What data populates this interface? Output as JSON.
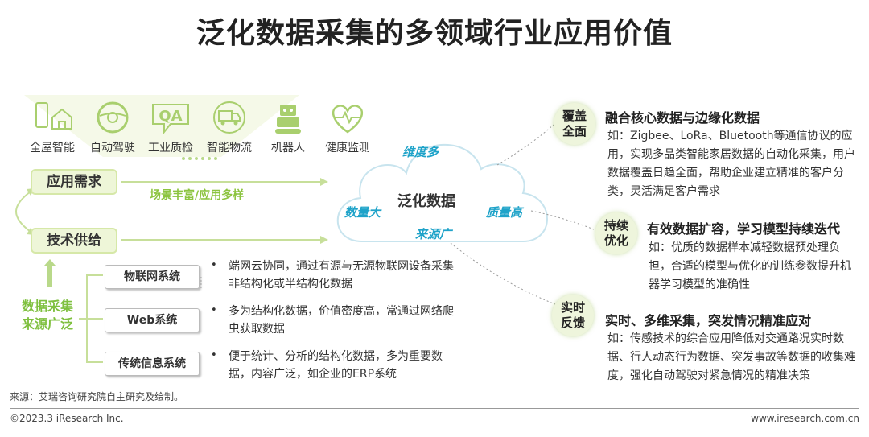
{
  "title": "泛化数据采集的多领域行业应用价值",
  "applications": [
    {
      "label": "全屋智能",
      "icon": "smart-home-icon"
    },
    {
      "label": "自动驾驶",
      "icon": "steering-wheel-icon"
    },
    {
      "label": "工业质检",
      "icon": "qa-icon"
    },
    {
      "label": "智能物流",
      "icon": "truck-icon"
    },
    {
      "label": "机器人",
      "icon": "robot-icon"
    },
    {
      "label": "健康监测",
      "icon": "heart-pulse-icon"
    }
  ],
  "demand": {
    "label": "应用需求",
    "arrow_label": "场景丰富/应用多样"
  },
  "supply": {
    "label": "技术供给"
  },
  "source": {
    "label": "数据采集\n来源广泛"
  },
  "systems": [
    {
      "name": "物联网系统",
      "desc": "端网云协同，通过有源与无源物联网设备采集非结构化或半结构化数据"
    },
    {
      "name": "Web系统",
      "desc": "多为结构化数据，价值密度高，常通过网络爬虫获取数据"
    },
    {
      "name": "传统信息系统",
      "desc": "便于统计、分析的结构化数据，多为重要数据，内容广泛，如企业的ERP系统"
    }
  ],
  "bullet_char": "•",
  "cloud": {
    "center": "泛化数据",
    "top": "维度多",
    "left": "数量大",
    "right": "质量高",
    "bottom": "来源广"
  },
  "values": [
    {
      "badge": "覆盖\n全面",
      "head": "融合核心数据与边缘化数据",
      "desc": "如：Zigbee、LoRa、Bluetooth等通信协议的应用，实现多品类智能家居数据的自动化采集，用户数据覆盖日趋全面，帮助企业建立精准的客户分类，灵活满足客户需求"
    },
    {
      "badge": "持续\n优化",
      "head": "有效数据扩容，学习模型持续迭代",
      "desc": "如：优质的数据样本减轻数据预处理负担，合适的模型与优化的训练参数提升机器学习模型的准确性"
    },
    {
      "badge": "实时\n反馈",
      "head": "实时、多维采集，突发情况精准应对",
      "desc": "如：传感技术的综合应用降低对交通路况实时数据、行人动态行为数据、突发事故等数据的收集难度，强化自动驾驶对紧急情况的精准决策"
    }
  ],
  "source_note": "来源：艾瑞咨询研究院自主研究及绘制。",
  "copyright": "©2023.3 iResearch Inc.",
  "website": "www.iresearch.com.cn",
  "colors": {
    "green": "#8cc43f",
    "light_green": "#eef6d8",
    "cyan": "#1fa3c9"
  }
}
